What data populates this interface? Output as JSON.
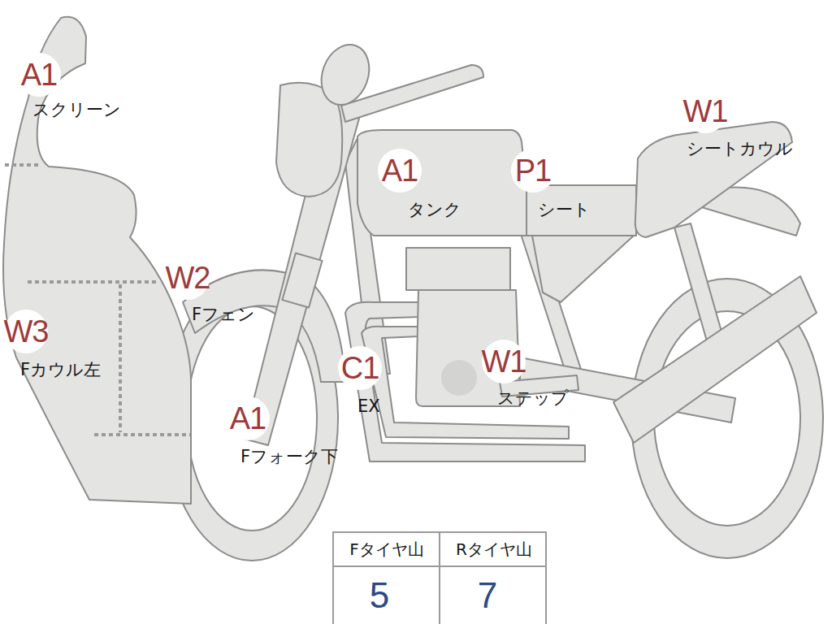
{
  "diagram": {
    "labels": [
      "A1",
      "スクリーン",
      "W1",
      "シートカウル",
      "A1",
      "タンク",
      "P1",
      "シート",
      "W2",
      "Fフェン",
      "W3",
      "Fカウル左",
      "C1",
      "EX",
      "W1",
      "ステップ",
      "A1",
      "Fフォーク下",
      "Fタイヤ山",
      "Rタイヤ山",
      "5",
      "7"
    ]
  }
}
